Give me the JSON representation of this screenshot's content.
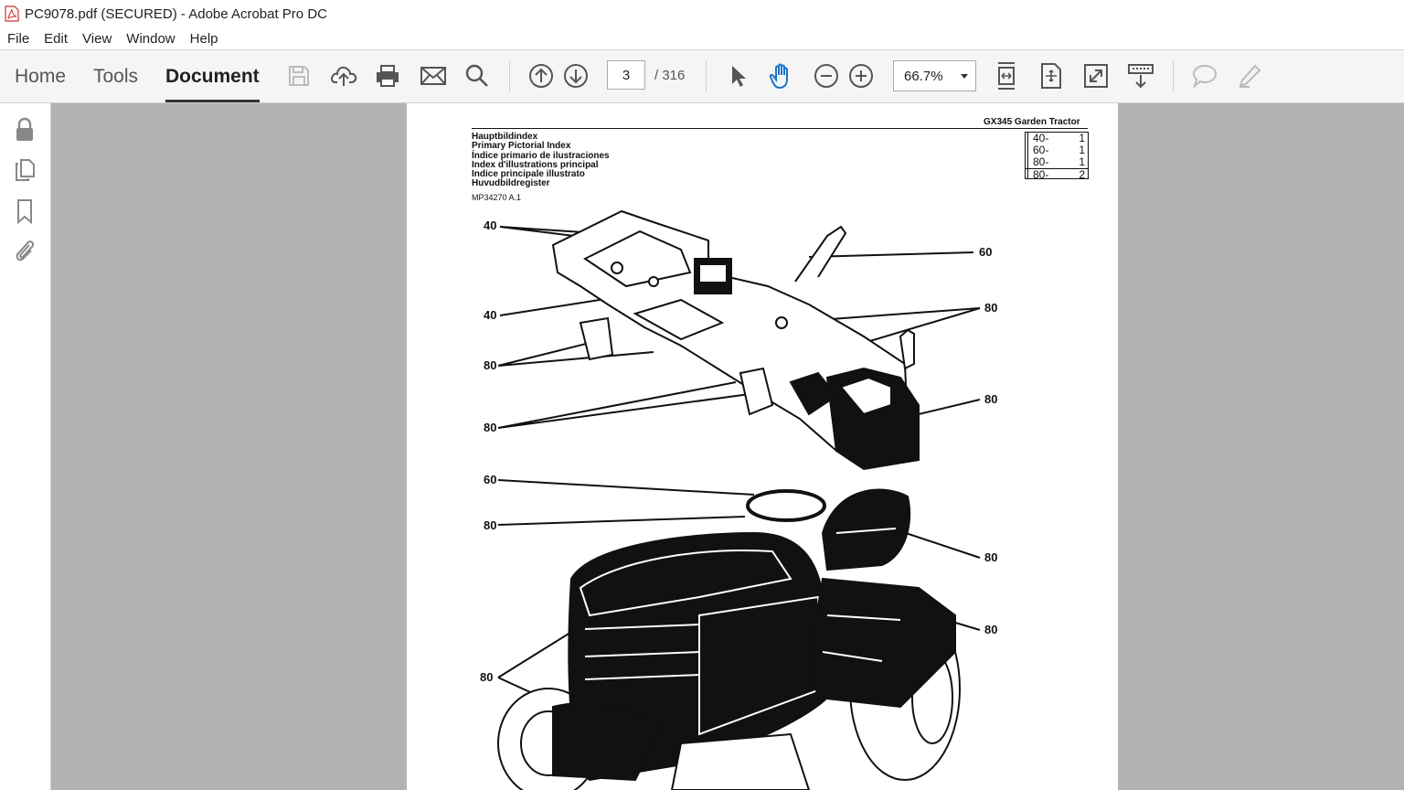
{
  "window": {
    "title": "PC9078.pdf (SECURED) - Adobe Acrobat Pro DC"
  },
  "menu": [
    "File",
    "Edit",
    "View",
    "Window",
    "Help"
  ],
  "tabs": {
    "home": "Home",
    "tools": "Tools",
    "document": "Document"
  },
  "navigation": {
    "current_page": "3",
    "total_pages": "/ 316"
  },
  "zoom": {
    "value": "66.7%"
  },
  "document": {
    "header_title": "GX345  Garden  Tractor",
    "languages": [
      "Hauptbildindex",
      "Primary Pictorial Index",
      "Índice primario de ilustraciones",
      "Index d'illustrations principal",
      "Indice principale illustrato",
      "Huvudbildregister"
    ],
    "reference": "MP34270 A.1",
    "index_table": [
      {
        "section": "40-",
        "page": "1"
      },
      {
        "section": "60-",
        "page": "1"
      },
      {
        "section": "80-",
        "page": "1"
      },
      {
        "section": "80-",
        "page": "2"
      }
    ],
    "callouts": [
      "40",
      "60",
      "40",
      "80",
      "80",
      "80",
      "80",
      "60",
      "80",
      "80",
      "80",
      "80"
    ]
  },
  "colors": {
    "toolbar_bg": "#f5f5f5",
    "viewer_bg": "#b3b3b3",
    "page_bg": "#ffffff",
    "ink": "#111111"
  }
}
